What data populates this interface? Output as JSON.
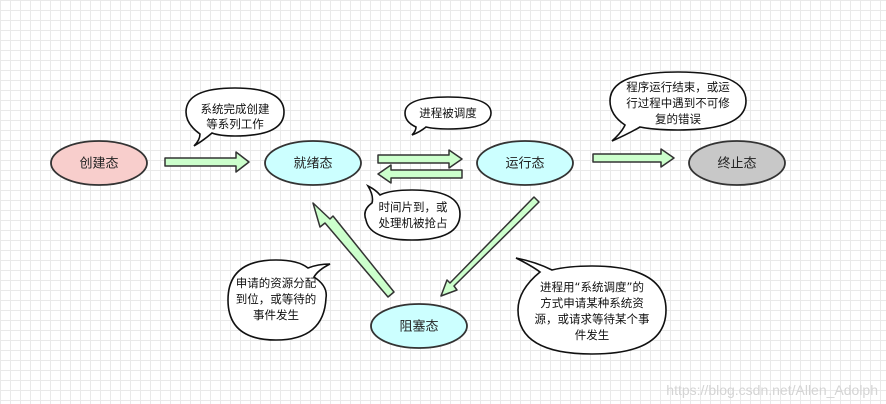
{
  "states": {
    "create": "创建态",
    "ready": "就绪态",
    "running": "运行态",
    "terminated": "终止态",
    "blocked": "阻塞态"
  },
  "bubbles": {
    "create_done": [
      "系统完成创建",
      "等系列工作"
    ],
    "scheduled": [
      "进程被调度"
    ],
    "time_slice": [
      "时间片到，或",
      "处理机被抢占"
    ],
    "finished": [
      "程序运行结束，或运",
      "行过程中遇到不可修",
      "复的错误"
    ],
    "resource_granted": [
      "申请的资源分配",
      "到位，或等待的",
      "事件发生"
    ],
    "request_resource": [
      "进程用“系统调度”的",
      "方式申请某种系统资",
      "源，或请求等待某个事",
      "件发生"
    ]
  },
  "watermark": "https://blog.csdn.net/Allen_Adolph",
  "colors": {
    "create_fill": "#f8cecc",
    "active_fill": "#ccffff",
    "terminated_fill": "#c8c8c8",
    "arrow_fill": "#ccffcc",
    "stroke": "#333333"
  }
}
